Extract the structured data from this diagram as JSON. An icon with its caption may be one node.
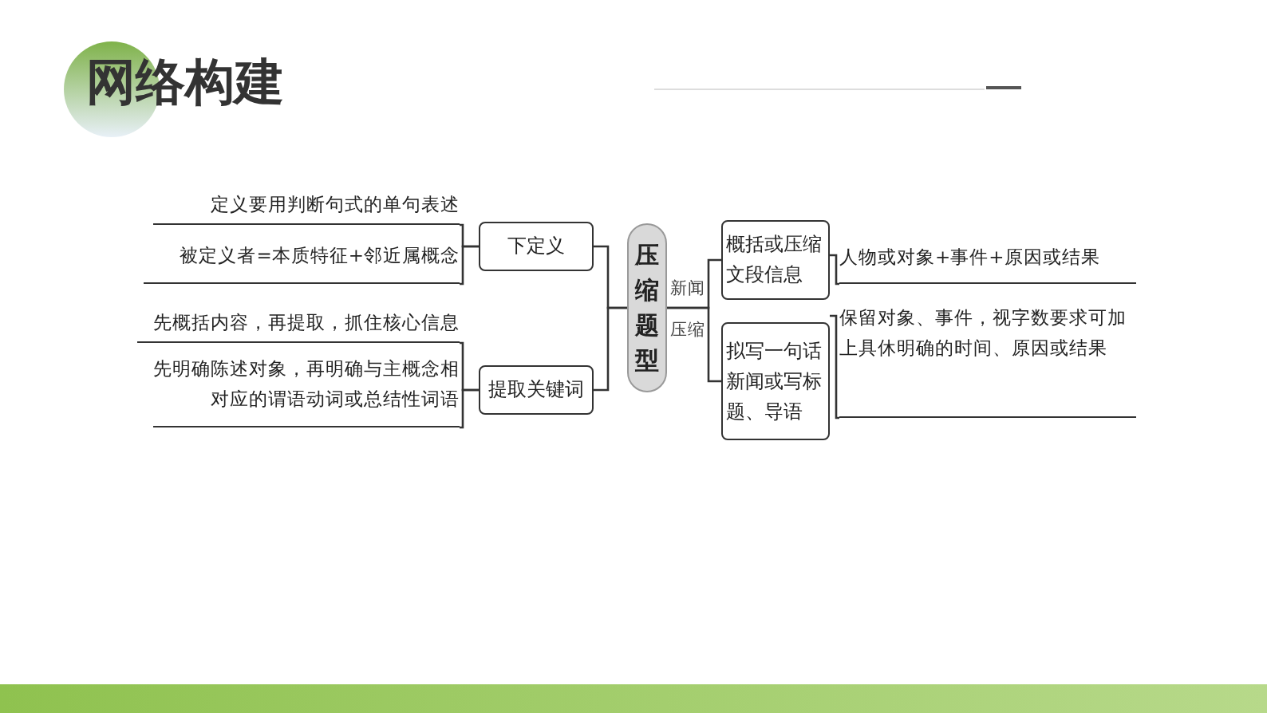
{
  "diagram": {
    "title": "网络构建",
    "nodes": [
      {
        "text": [
          "压缩题型"
        ]
      },
      {
        "text": [
          "下定义"
        ]
      },
      {
        "text": [
          "提取关键词"
        ]
      },
      {
        "text": [
          "定义要用判断句式的单句表述"
        ]
      },
      {
        "text": [
          "被定义者=本质特征+邻近属概念"
        ]
      },
      {
        "text": [
          "先概括内容，再提取，抓住核心信息"
        ]
      },
      {
        "text": [
          "先明确陈述对象，再明确与主概念相对应的谓语动词或总结性词语"
        ]
      },
      {
        "text": [
          "概括或压缩文段信息"
        ]
      },
      {
        "text": [
          "拟写一句话新闻或写标题、导语"
        ]
      },
      {
        "text": [
          "人物或对象+事件+原因或结果"
        ]
      },
      {
        "text": [
          "保留对象、事件，视字数要求可加上具休明确的时间、原因或结果"
        ]
      }
    ],
    "edges": [
      {
        "from": 0,
        "to": 1,
        "arrow": "none"
      },
      {
        "from": 0,
        "to": 2,
        "arrow": "none"
      },
      {
        "from": 1,
        "to": 3,
        "arrow": "none"
      },
      {
        "from": 1,
        "to": 4,
        "arrow": "none"
      },
      {
        "from": 2,
        "to": 5,
        "arrow": "none"
      },
      {
        "from": 2,
        "to": 6,
        "arrow": "none"
      },
      {
        "from": 0,
        "to": 7,
        "arrow": "none"
      },
      {
        "from": 0,
        "to": 8,
        "arrow": "none"
      },
      {
        "from": 7,
        "to": 9,
        "arrow": "none"
      },
      {
        "from": 8,
        "to": 10,
        "arrow": "none"
      }
    ],
    "labels": [
      "新闻压缩"
    ]
  }
}
